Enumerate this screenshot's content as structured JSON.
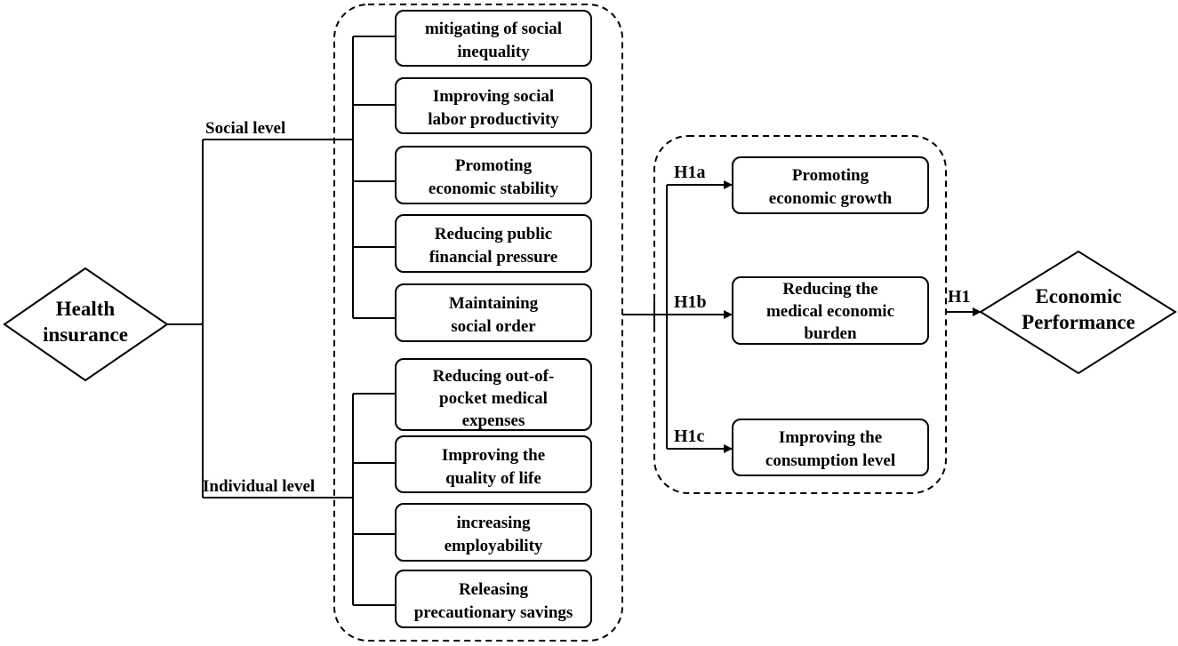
{
  "root": {
    "lines": [
      "Health",
      "insurance"
    ]
  },
  "target": {
    "lines": [
      "Economic",
      "Performance"
    ]
  },
  "levels": {
    "social": "Social level",
    "individual": "Individual level"
  },
  "social_boxes": [
    {
      "lines": [
        "mitigating of social",
        "inequality"
      ]
    },
    {
      "lines": [
        "Improving social",
        "labor productivity"
      ]
    },
    {
      "lines": [
        "Promoting",
        "economic stability"
      ]
    },
    {
      "lines": [
        "Reducing public",
        "financial pressure"
      ]
    },
    {
      "lines": [
        "Maintaining",
        "social order"
      ]
    }
  ],
  "individual_boxes": [
    {
      "lines": [
        "Reducing out-of-",
        "pocket medical",
        "expenses"
      ]
    },
    {
      "lines": [
        "Improving the",
        "quality of life"
      ]
    },
    {
      "lines": [
        "increasing",
        "employability"
      ]
    },
    {
      "lines": [
        "Releasing",
        "precautionary savings"
      ]
    }
  ],
  "outcomes": [
    {
      "label": "H1a",
      "lines": [
        "Promoting",
        "economic growth"
      ]
    },
    {
      "label": "H1b",
      "lines": [
        "Reducing the",
        "medical economic",
        "burden"
      ]
    },
    {
      "label": "H1c",
      "lines": [
        "Improving the",
        "consumption level"
      ]
    }
  ],
  "final_label": "H1"
}
